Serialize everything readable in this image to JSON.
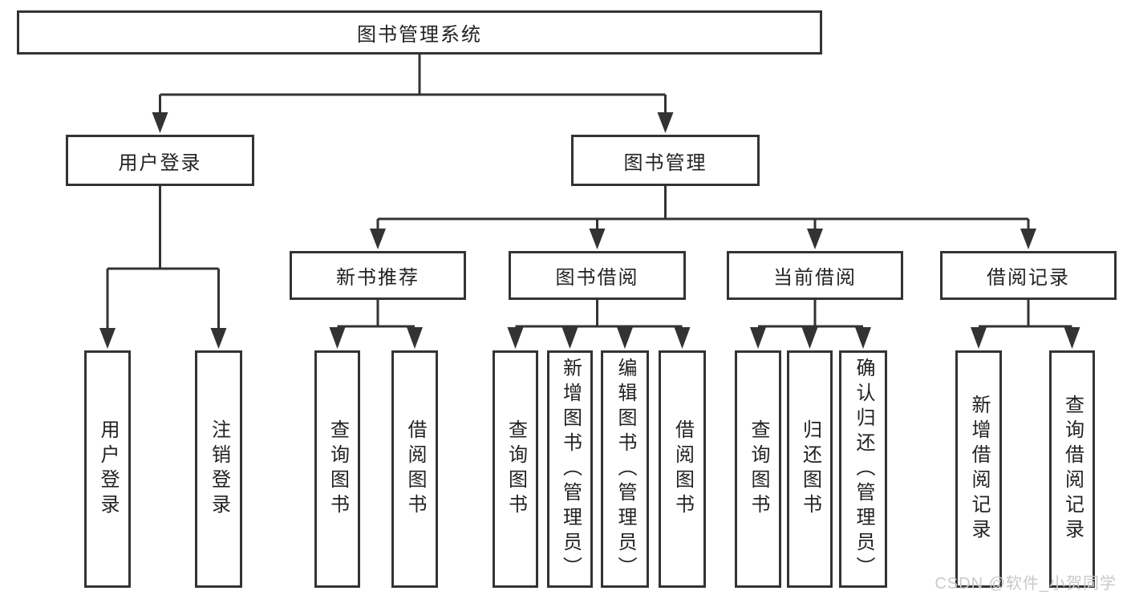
{
  "colors": {
    "line": "#333333",
    "text": "#222222",
    "watermark": "#c9c9c9",
    "background": "#ffffff"
  },
  "nodes": {
    "root": "图书管理系统",
    "level2": [
      "用户登录",
      "图书管理"
    ],
    "level3": [
      "新书推荐",
      "图书借阅",
      "当前借阅",
      "借阅记录"
    ],
    "leaves_user": [
      "用户登录",
      "注销登录"
    ],
    "leaves_newbook": [
      "查询图书",
      "借阅图书"
    ],
    "leaves_borrow": [
      "查询图书",
      "新增图书（管理员）",
      "编辑图书（管理员）",
      "借阅图书"
    ],
    "leaves_current": [
      "查询图书",
      "归还图书",
      "确认归还（管理员）"
    ],
    "leaves_records": [
      "新增借阅记录",
      "查询借阅记录"
    ]
  },
  "watermark": "CSDN @软件_小贺同学"
}
